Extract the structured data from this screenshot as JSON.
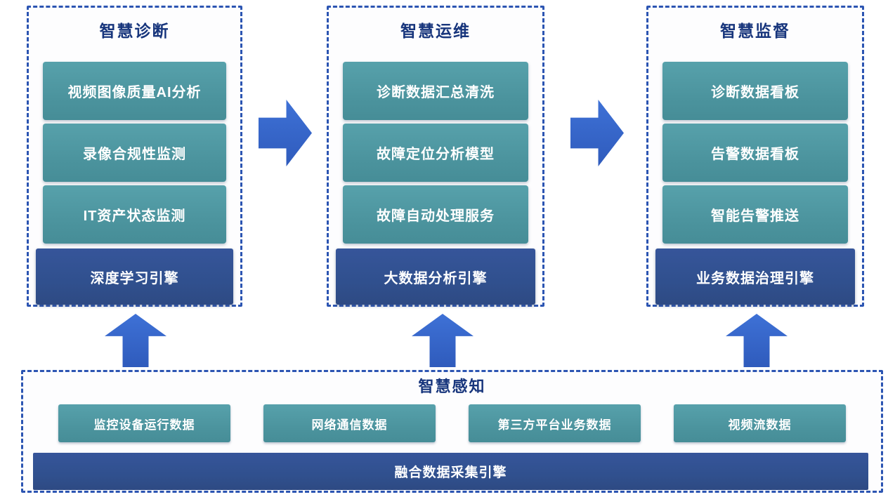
{
  "diagram_title": "",
  "columns": [
    {
      "title": "智慧诊断",
      "boxes": [
        "视频图像质量AI分析",
        "录像合规性监测",
        "IT资产状态监测"
      ],
      "engine": "深度学习引擎"
    },
    {
      "title": "智慧运维",
      "boxes": [
        "诊断数据汇总清洗",
        "故障定位分析模型",
        "故障自动处理服务"
      ],
      "engine": "大数据分析引擎"
    },
    {
      "title": "智慧监督",
      "boxes": [
        "诊断数据看板",
        "告警数据看板",
        "智能告警推送"
      ],
      "engine": "业务数据治理引擎"
    }
  ],
  "bottom": {
    "title": "智慧感知",
    "boxes": [
      "监控设备运行数据",
      "网络通信数据",
      "第三方平台业务数据",
      "视频流数据"
    ],
    "engine": "融合数据采集引擎"
  },
  "colors": {
    "teal_box": "#4e97a1",
    "engine_box": "#30508e",
    "arrow": "#3566cc",
    "dashed_border": "#2c55b2",
    "title_text": "#17357c",
    "box_text": "#ffffff"
  }
}
